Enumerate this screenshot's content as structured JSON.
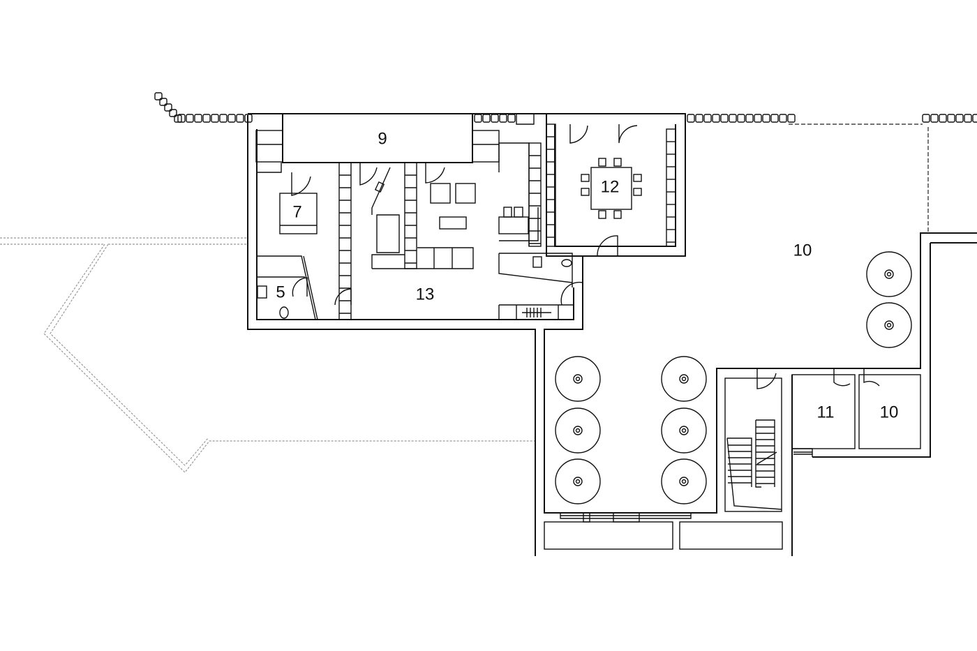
{
  "plan": {
    "rooms": [
      {
        "id": "room-9",
        "label": "9"
      },
      {
        "id": "room-7",
        "label": "7"
      },
      {
        "id": "room-5",
        "label": "5"
      },
      {
        "id": "room-13",
        "label": "13"
      },
      {
        "id": "room-12",
        "label": "12"
      },
      {
        "id": "room-10-hall",
        "label": "10"
      },
      {
        "id": "room-11",
        "label": "11"
      },
      {
        "id": "room-10-small",
        "label": "10"
      }
    ],
    "colors": {
      "line": "#111111",
      "dashed": "#999999",
      "background": "#ffffff"
    }
  }
}
